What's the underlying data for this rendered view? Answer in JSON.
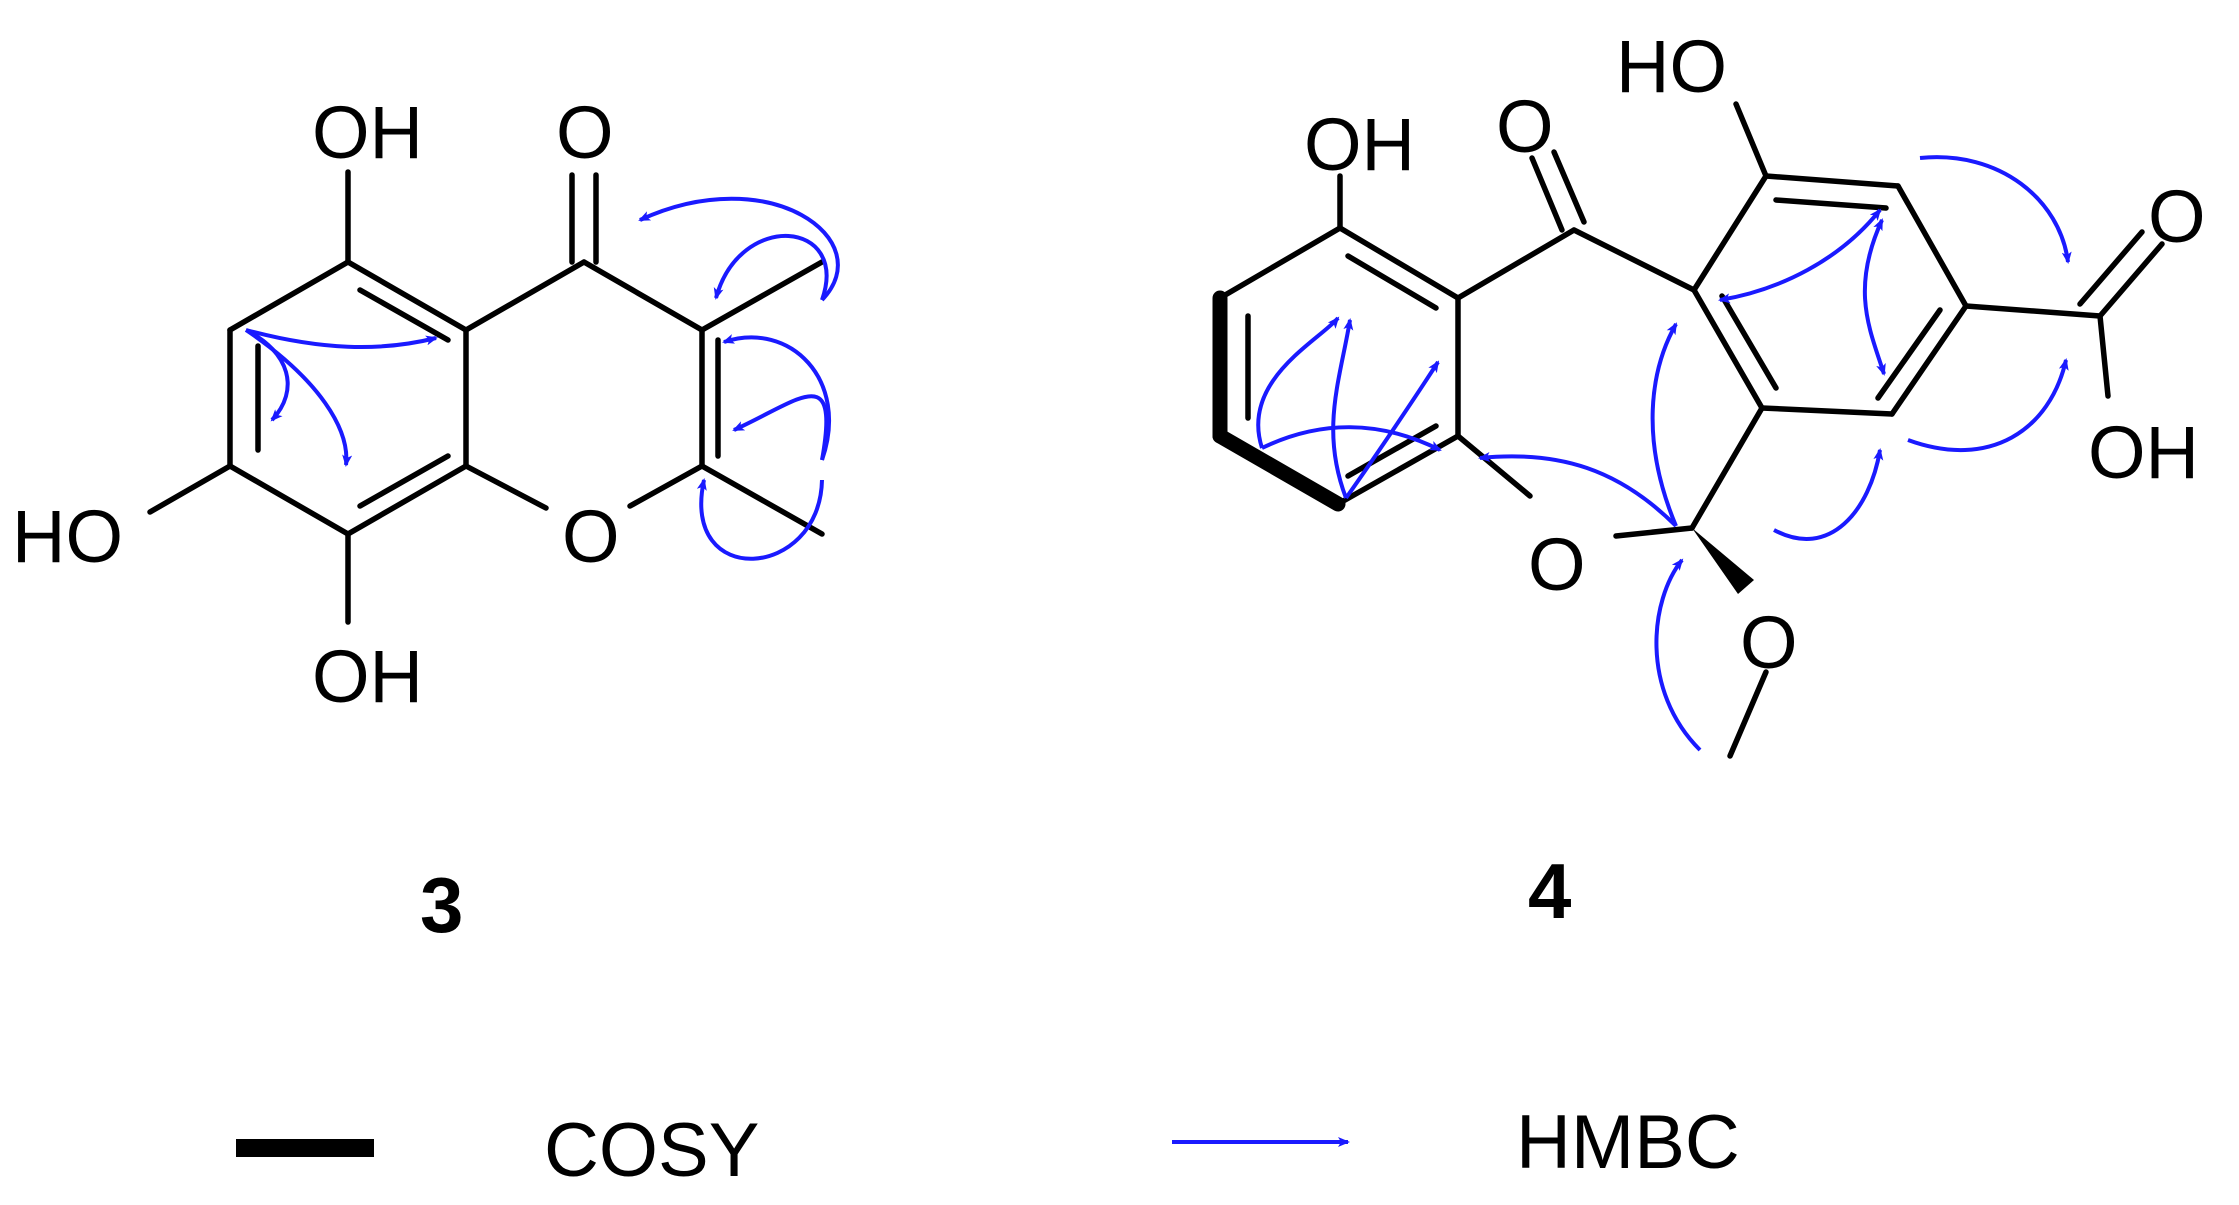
{
  "colors": {
    "bond": "#000000",
    "hmbc_arrow": "#1a1aff",
    "background": "#ffffff"
  },
  "compounds": [
    {
      "label": "3",
      "atoms": {
        "oh_top": "OH",
        "o_carbonyl": "O",
        "ho_left": "HO",
        "o_ring": "O",
        "oh_bottom": "OH"
      }
    },
    {
      "label": "4",
      "atoms": {
        "ho_top": "HO",
        "oh_left": "OH",
        "o_ketone": "O",
        "o_acid": "O",
        "oh_acid": "OH",
        "o_ring": "O",
        "o_methoxy": "O"
      }
    }
  ],
  "legend": {
    "cosy_label": "COSY",
    "hmbc_label": "HMBC"
  }
}
